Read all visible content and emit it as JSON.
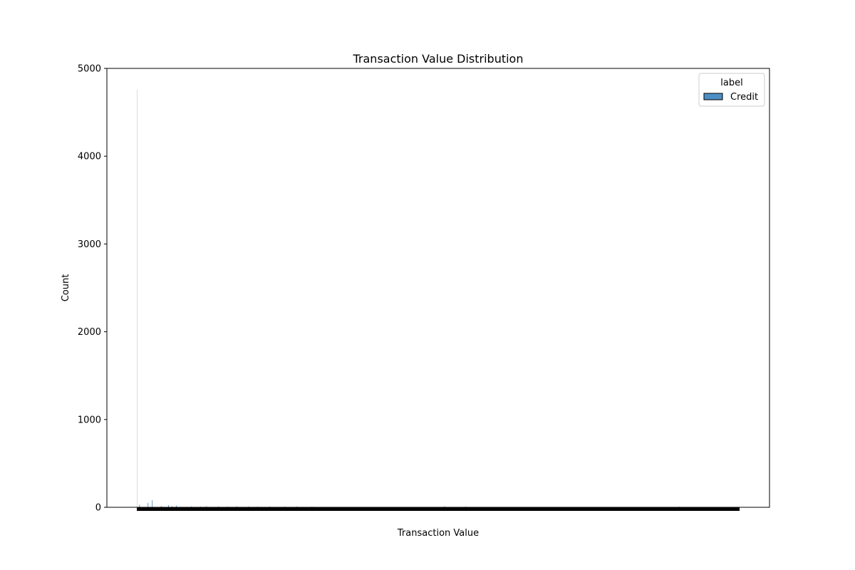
{
  "chart_data": {
    "type": "bar",
    "title": "Transaction Value Distribution",
    "xlabel": "Transaction Value",
    "ylabel": "Count",
    "ylim": [
      0,
      5000
    ],
    "yticks": [
      "0",
      "1000",
      "2000",
      "3000",
      "4000",
      "5000"
    ],
    "grid": false,
    "legend": {
      "title": "label",
      "placement": "top-right",
      "entries": [
        {
          "name": "Credit",
          "color": "#4c8fc4"
        }
      ]
    },
    "series": [
      {
        "name": "Credit",
        "color": "#4c8fc4",
        "x": [
          0.0,
          0.004,
          0.018,
          0.025,
          0.04,
          0.052,
          0.058,
          0.065,
          0.09,
          0.105,
          0.115,
          0.135,
          0.15,
          0.165,
          0.185,
          0.2,
          0.22,
          0.245,
          0.265,
          0.29,
          0.51,
          0.545,
          0.9
        ],
        "values": [
          4760,
          30,
          50,
          80,
          15,
          25,
          12,
          20,
          10,
          8,
          12,
          10,
          8,
          12,
          10,
          8,
          10,
          8,
          10,
          8,
          12,
          10,
          8
        ]
      }
    ]
  }
}
